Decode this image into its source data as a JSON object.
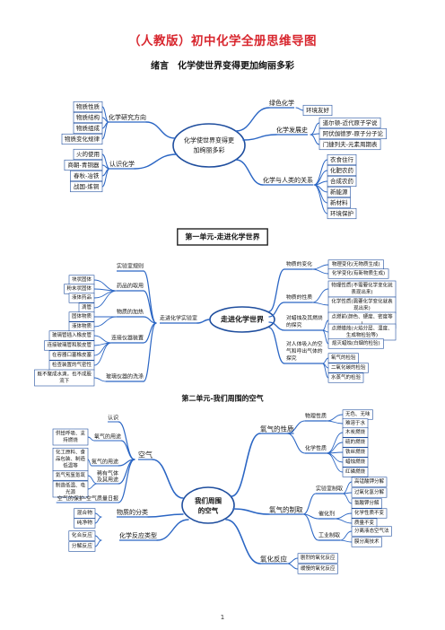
{
  "document_title": "（人教版）初中化学全册思维导图",
  "page_number": "1",
  "colors": {
    "title": "#d8262e",
    "line": "#2b66c4",
    "box": "#1f4e9e",
    "center": "#1f4e9e"
  },
  "sections": [
    {
      "heading": "绪言　化学使世界变得更加绚丽多彩",
      "center": "化学使世界变得更加绚丽多彩",
      "left": [
        {
          "label": "化学研究方向",
          "items": [
            "物质性质",
            "物质结构",
            "物质组成",
            "物质变化规律"
          ]
        },
        {
          "label": "认识化学",
          "items": [
            "火的使用",
            "商朝-青铜器",
            "春秋-冶铁",
            "战国-炼铜"
          ]
        }
      ],
      "right": [
        {
          "label": "绿色化学",
          "items": [
            "环境友好"
          ]
        },
        {
          "label": "化学发展史",
          "items": [
            "道尔顿-近代原子学说",
            "阿伏伽德罗-原子分子论",
            "门捷列夫-元素周期表"
          ]
        },
        {
          "label": "化学与人类的关系",
          "items": [
            "衣食住行",
            "化肥农药",
            "合成农药",
            "新能源",
            "新材料",
            "环境保护"
          ]
        }
      ]
    },
    {
      "heading": "第一单元-走进化学世界",
      "center": "走进化学世界",
      "left": [
        {
          "label": "走进化学实验室",
          "subs": [
            {
              "label": "实验室规则",
              "items": []
            },
            {
              "label": "药品的取用",
              "items": [
                "块状固体",
                "粉末状固体",
                "液体药品",
                "滴管"
              ]
            },
            {
              "label": "物质的加热",
              "items": [
                "固体物质",
                "液体物质"
              ]
            },
            {
              "label": "连接仪器装置",
              "items": [
                "玻璃管插入橡皮管",
                "连接玻璃管和胶皮管",
                "在容器口塞橡皮塞",
                "检查装置的气密性"
              ]
            },
            {
              "label": "玻璃仪器的洗涤",
              "items": [
                "既不聚成水滴，也不成股流下"
              ]
            }
          ]
        }
      ],
      "right": [
        {
          "label": "物质的变化",
          "items": [
            "物理变化(无物质生成)",
            "化学变化(有新物质生成)"
          ]
        },
        {
          "label": "物质的性质",
          "items": [
            "物理性质(不需要化学变化就表现出来)",
            "化学性质(需要化学变化就表现出来)"
          ]
        },
        {
          "label": "对蜡烛及其燃烧的探究",
          "items": [
            "点燃前(颜色、硬度、密度等)",
            "点燃蜡烛(火焰分层、温度、生成物检验等)",
            "熄灭蜡烛(白烟的检验)"
          ]
        },
        {
          "label": "对人体吸入的空气和呼出气体的探究",
          "items": [
            "氧气的检验",
            "二氧化碳的检验",
            "水蒸气的检验"
          ]
        }
      ]
    },
    {
      "heading": "第二单元-我们周围的空气",
      "center": "我们周围的空气",
      "left": [
        {
          "label": "空气",
          "subs": [
            {
              "label": "认识",
              "items": []
            },
            {
              "label": "氧气的用途",
              "items": [
                "供给呼吸、支持燃烧"
              ]
            },
            {
              "label": "氮气的用途",
              "items": [
                "化工原料、食品包装、制造低温等"
              ]
            },
            {
              "label": "稀有气体及其用途",
              "items": [
                "氦气氖氩氪氙",
                "制造低温、电光源"
              ]
            },
            {
              "label": "空气的保护-空气质量日报",
              "items": []
            }
          ]
        },
        {
          "label": "物质的分类",
          "items": [
            "混合物",
            "纯净物"
          ]
        },
        {
          "label": "化学反应类型",
          "items": [
            "化合反应",
            "分解反应"
          ]
        }
      ],
      "right": [
        {
          "label": "氧气的性质",
          "subs": [
            {
              "label": "物理性质",
              "items": [
                "无色、无味",
                "难溶于水"
              ]
            },
            {
              "label": "化学性质",
              "items": [
                "木炭燃烧",
                "硫的燃烧",
                "铁丝燃烧",
                "蜡烛燃烧",
                "红磷燃烧"
              ]
            }
          ]
        },
        {
          "label": "氧气的制取",
          "subs": [
            {
              "label": "实验室制取",
              "items": [
                "高锰酸钾分解",
                "过氧化氢分解",
                "氯酸钾分解"
              ]
            },
            {
              "label": "催化剂",
              "items": [
                "化学性质不变",
                "质量不变"
              ]
            },
            {
              "label": "工业制取",
              "items": [
                "分离液态空气法",
                "膜分离技术"
              ]
            }
          ]
        },
        {
          "label": "氧化反应",
          "items": [
            "剧烈的氧化反应",
            "缓慢的氧化反应"
          ]
        }
      ]
    }
  ]
}
